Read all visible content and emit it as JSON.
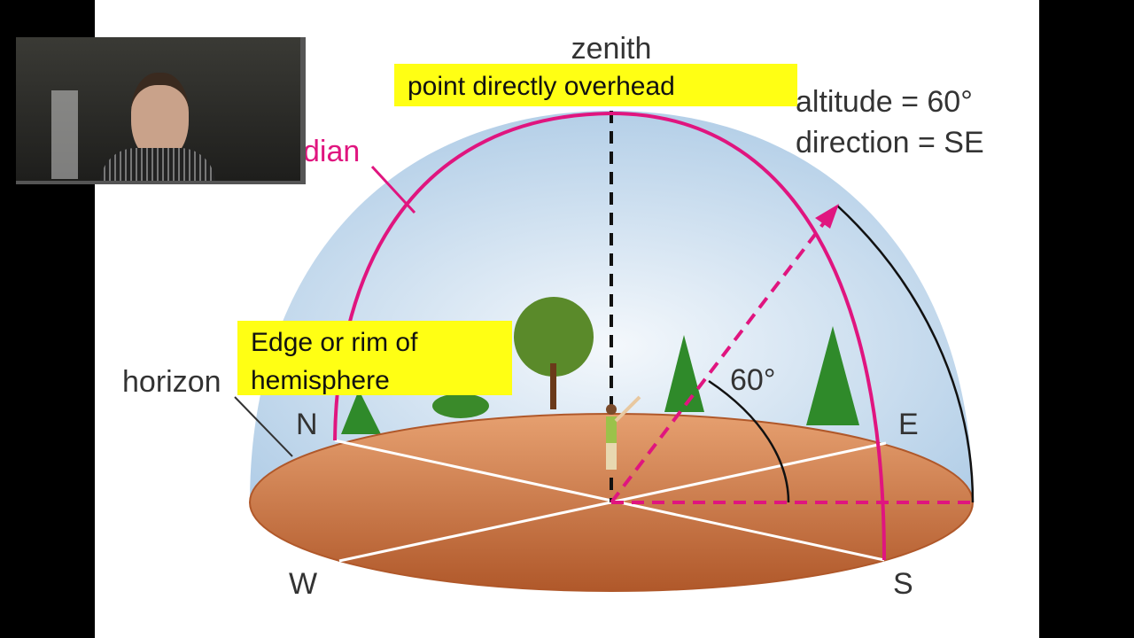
{
  "diagram": {
    "zenith_label": "zenith",
    "meridian_label_partial": "dian",
    "horizon_label": "horizon",
    "altitude_text": "altitude = 60°",
    "direction_text": "direction = SE",
    "angle_label": "60°",
    "directions": {
      "north": "N",
      "east": "E",
      "south": "S",
      "west": "W"
    },
    "colors": {
      "meridian": "#e0157f",
      "sky": "#b8d3ea",
      "ground": "#c06d36",
      "highlight": "#ffff14"
    }
  },
  "annotations": {
    "zenith_note": "point directly overhead",
    "horizon_note": "Edge or rim of hemisphere"
  }
}
